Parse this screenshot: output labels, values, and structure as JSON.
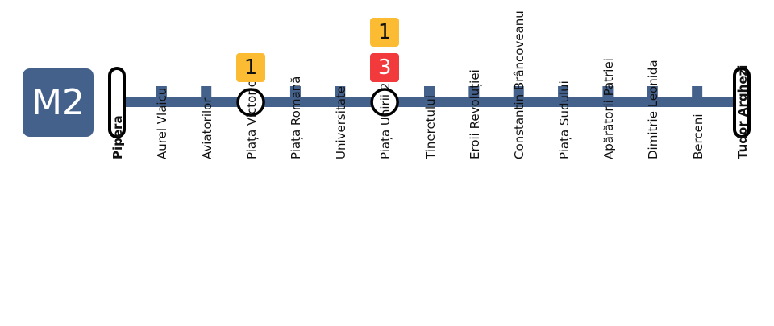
{
  "line": {
    "name": "M2",
    "color": "#44618c"
  },
  "colors": {
    "m1": "#fbbc34",
    "m3": "#f23a3c",
    "station_fill": "#ffffff",
    "outline": "#000000"
  },
  "stations": [
    {
      "name": "Pipera",
      "type": "terminus",
      "connections": []
    },
    {
      "name": "Aurel Vlaicu",
      "type": "stop",
      "connections": []
    },
    {
      "name": "Aviatorilor",
      "type": "stop",
      "connections": []
    },
    {
      "name": "Piața Victoriei 1",
      "type": "interchange",
      "connections": [
        "1"
      ]
    },
    {
      "name": "Piața Romană",
      "type": "stop",
      "connections": []
    },
    {
      "name": "Universitate",
      "type": "stop",
      "connections": []
    },
    {
      "name": "Piața Unirii 2",
      "type": "interchange",
      "connections": [
        "1",
        "3"
      ]
    },
    {
      "name": "Tineretului",
      "type": "stop",
      "connections": []
    },
    {
      "name": "Eroii Revoluției",
      "type": "stop",
      "connections": []
    },
    {
      "name": "Constantin Brâncoveanu",
      "type": "stop",
      "connections": []
    },
    {
      "name": "Piața Sudului",
      "type": "stop",
      "connections": []
    },
    {
      "name": "Apărătorii Patriei",
      "type": "stop",
      "connections": []
    },
    {
      "name": "Dimitrie Leonida",
      "type": "stop",
      "connections": []
    },
    {
      "name": "Berceni",
      "type": "stop",
      "connections": []
    },
    {
      "name": "Tudor Arghezi",
      "type": "terminus",
      "connections": []
    }
  ]
}
